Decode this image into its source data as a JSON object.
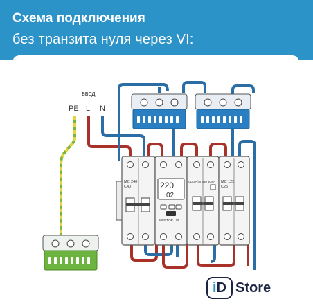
{
  "header": {
    "title_line1": "Схема подключения",
    "title_line2": "без транзита нуля через VI:"
  },
  "diagram": {
    "input_label": "ввод",
    "terminal_pe": "PE",
    "terminal_l": "L",
    "terminal_n": "N",
    "breaker_left_label1": "MC 240",
    "breaker_left_label2": "C40",
    "relay_display": "220",
    "relay_display2": "02",
    "relay_brand": "WERTOR",
    "relay_model": "VI",
    "rcd_label": "CD 2P/40 B30 30mA",
    "breaker_right_label1": "MC 125",
    "breaker_right_label2": "C25"
  },
  "logo": {
    "mark_d": "i",
    "mark_i": "D",
    "text": "Store"
  },
  "colors": {
    "header_blue": "#2c93c8",
    "wire_brown": "#a8322a",
    "wire_blue": "#2b6ea6",
    "wire_pe_green": "#79b442",
    "wire_pe_yellow": "#e5d53a",
    "busbar_blue": "#2a7fc2",
    "busbar_green": "#6cb33f"
  }
}
